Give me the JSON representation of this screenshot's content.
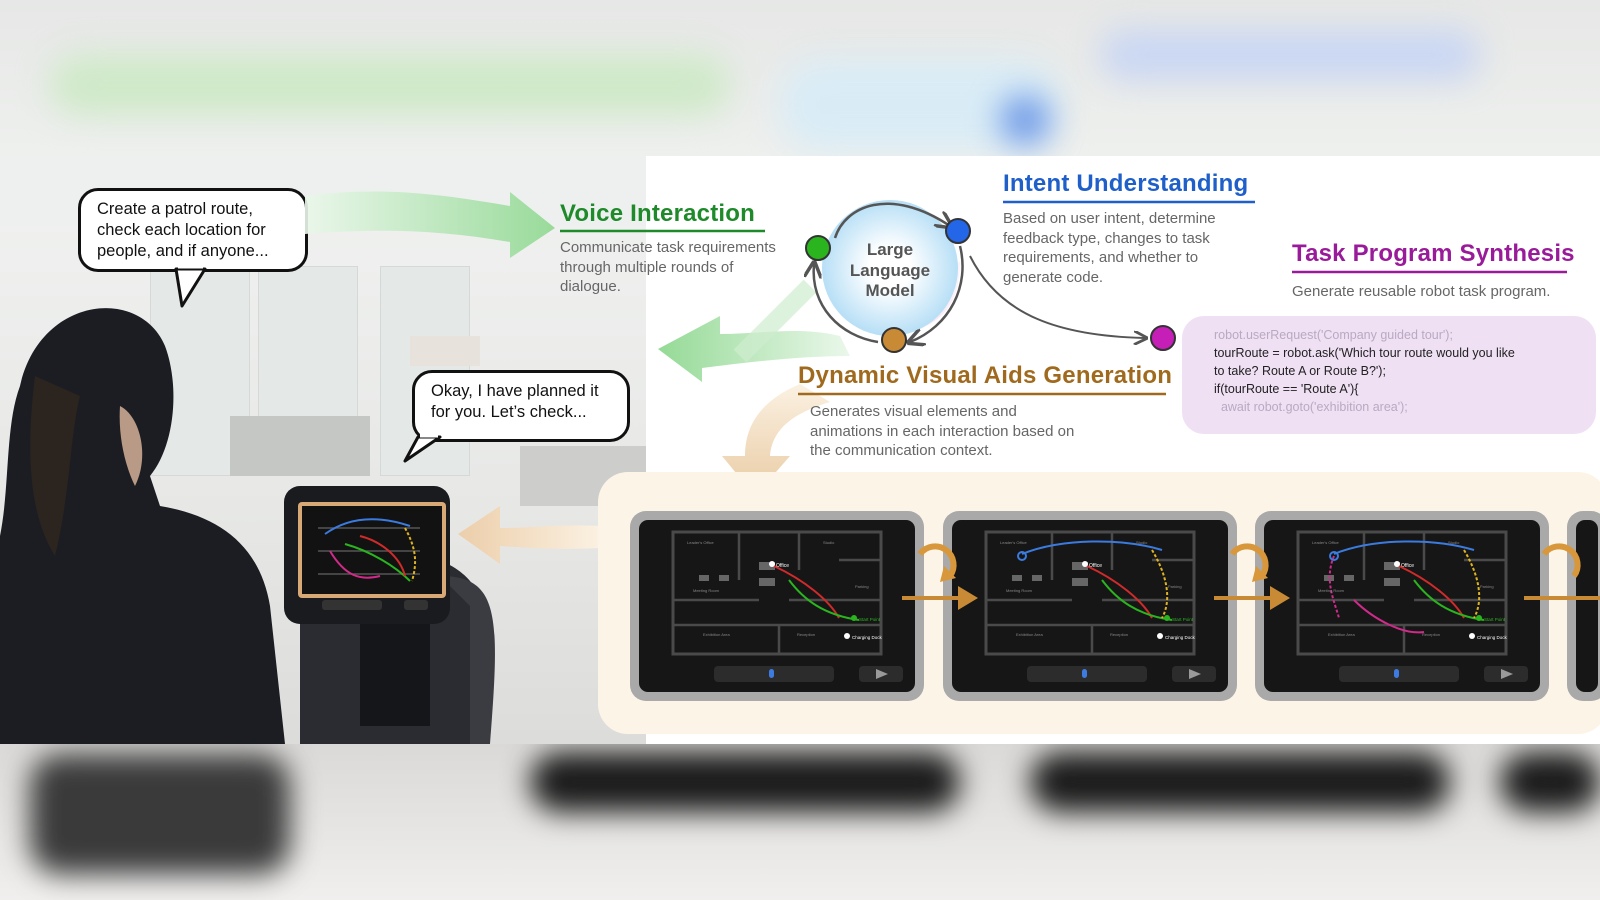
{
  "bubbles": {
    "user": [
      "Create a patrol route,",
      "check each location for",
      "people, and if anyone..."
    ],
    "robot": [
      "Okay, I have planned it",
      "for you. Let’s check..."
    ]
  },
  "voice": {
    "title": "Voice Interaction",
    "desc": [
      "Communicate task requirements",
      "through multiple rounds of",
      "dialogue."
    ]
  },
  "llm": {
    "lines": [
      "Large",
      "Language",
      "Model"
    ]
  },
  "intent": {
    "title": "Intent Understanding",
    "desc": [
      "Based on user intent, determine",
      "feedback type, changes to task",
      "requirements, and whether to",
      "generate code."
    ]
  },
  "synthesis": {
    "title": "Task Program Synthesis",
    "desc": "Generate reusable  robot task program."
  },
  "code": {
    "lines": [
      "robot.userRequest('Company guided tour');",
      "tourRoute = robot.ask('Which tour route would you like",
      "to take? Route A or Route B?');",
      "if(tourRoute == 'Route A'){",
      "  await robot.goto('exhibition area');"
    ]
  },
  "dynamic": {
    "title": "Dynamic Visual Aids Generation",
    "desc": [
      "Generates visual elements and",
      "animations in each interaction based on",
      "the communication context."
    ]
  },
  "map_labels": {
    "office": "Office",
    "start": "Start Point",
    "dock": "Charging Dock",
    "leader": "Leader's Office",
    "meeting": "Meeting Room",
    "exhibition": "Exhibition Area",
    "reception": "Reception",
    "studio": "Studio",
    "parking": "Parking"
  },
  "colors": {
    "voice": "#1e8a2a",
    "intent": "#1f5fc9",
    "synthesis": "#9a1b9a",
    "dynamic": "#a06a1e",
    "node_green": "#2ab51f",
    "node_blue": "#2366e8",
    "node_purple": "#c51fb8",
    "node_brown": "#c98a36"
  },
  "icons": [
    "refresh-icon",
    "right-arrow-icon",
    "mic-icon",
    "play-icon"
  ]
}
